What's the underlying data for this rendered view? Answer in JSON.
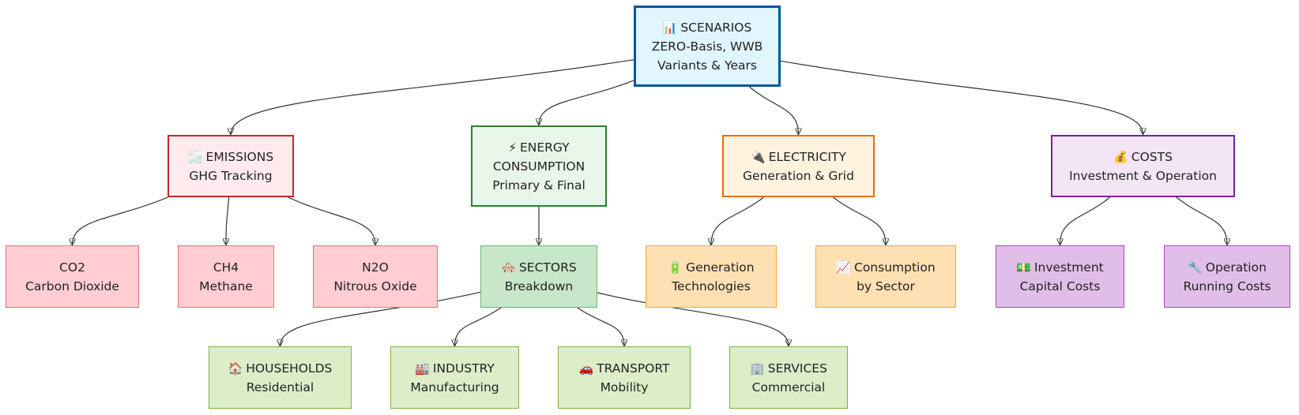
{
  "nodes": {
    "scenarios": {
      "icon": "📊",
      "title": "SCENARIOS",
      "line2": "ZERO-Basis, WWB",
      "line3": "Variants & Years",
      "icon_name": "bar-chart-icon"
    },
    "emissions": {
      "icon": "🌫️",
      "title": "EMISSIONS",
      "line2": "GHG Tracking",
      "icon_name": "fog-icon"
    },
    "energy": {
      "icon": "⚡",
      "title": "ENERGY",
      "line2": "CONSUMPTION",
      "line3": "Primary & Final",
      "icon_name": "lightning-icon"
    },
    "electricity": {
      "icon": "🔌",
      "title": "ELECTRICITY",
      "line2": "Generation & Grid",
      "icon_name": "plug-icon"
    },
    "costs": {
      "icon": "💰",
      "title": "COSTS",
      "line2": "Investment & Operation",
      "icon_name": "money-bag-icon"
    },
    "co2": {
      "title": "CO2",
      "line2": "Carbon Dioxide"
    },
    "ch4": {
      "title": "CH4",
      "line2": "Methane"
    },
    "n2o": {
      "title": "N2O",
      "line2": "Nitrous Oxide"
    },
    "sectors": {
      "icon": "🏘️",
      "title": "SECTORS",
      "line2": "Breakdown",
      "icon_name": "houses-icon"
    },
    "generation": {
      "icon": "🔋",
      "title": "Generation",
      "line2": "Technologies",
      "icon_name": "battery-icon"
    },
    "consumption": {
      "icon": "📈",
      "title": "Consumption",
      "line2": "by Sector",
      "icon_name": "trend-up-icon"
    },
    "investment": {
      "icon": "💵",
      "title": "Investment",
      "line2": "Capital Costs",
      "icon_name": "banknote-icon"
    },
    "operation": {
      "icon": "🔧",
      "title": "Operation",
      "line2": "Running Costs",
      "icon_name": "wrench-icon"
    },
    "households": {
      "icon": "🏠",
      "title": "HOUSEHOLDS",
      "line2": "Residential",
      "icon_name": "house-icon"
    },
    "industry": {
      "icon": "🏭",
      "title": "INDUSTRY",
      "line2": "Manufacturing",
      "icon_name": "factory-icon"
    },
    "transport": {
      "icon": "🚗",
      "title": "TRANSPORT",
      "line2": "Mobility",
      "icon_name": "car-icon"
    },
    "services": {
      "icon": "🏢",
      "title": "SERVICES",
      "line2": "Commercial",
      "icon_name": "office-building-icon"
    }
  },
  "edges": [
    {
      "from": "scenarios",
      "to": "emissions"
    },
    {
      "from": "scenarios",
      "to": "energy"
    },
    {
      "from": "scenarios",
      "to": "electricity"
    },
    {
      "from": "scenarios",
      "to": "costs"
    },
    {
      "from": "emissions",
      "to": "co2"
    },
    {
      "from": "emissions",
      "to": "ch4"
    },
    {
      "from": "emissions",
      "to": "n2o"
    },
    {
      "from": "energy",
      "to": "sectors"
    },
    {
      "from": "electricity",
      "to": "generation"
    },
    {
      "from": "electricity",
      "to": "consumption"
    },
    {
      "from": "costs",
      "to": "investment"
    },
    {
      "from": "costs",
      "to": "operation"
    },
    {
      "from": "sectors",
      "to": "households"
    },
    {
      "from": "sectors",
      "to": "industry"
    },
    {
      "from": "sectors",
      "to": "transport"
    },
    {
      "from": "sectors",
      "to": "services"
    }
  ],
  "colors": {
    "edge": "#333333",
    "scenarios_fill": "#e1f5fe",
    "scenarios_border": "#01579b",
    "emissions_fill": "#ffebee",
    "emissions_border": "#c62828",
    "energy_fill": "#e8f5e9",
    "energy_border": "#2e7d32",
    "electricity_fill": "#fff3e0",
    "electricity_border": "#ef6c00",
    "costs_fill": "#f3e5f5",
    "costs_border": "#7b1fa2"
  }
}
